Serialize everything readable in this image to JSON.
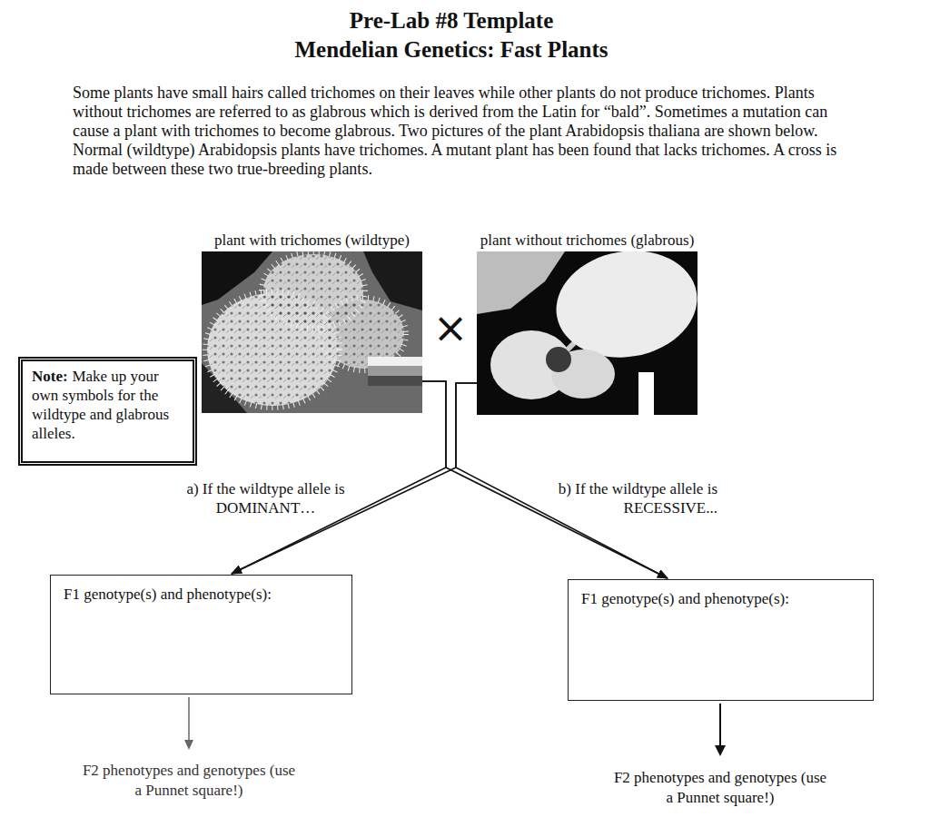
{
  "diagram": {
    "title": "Pre-Lab #8 Template",
    "nodes": [
      {
        "text": [
          "plant with trichomes (wildtype)"
        ]
      },
      {
        "text": [
          "plant without trichomes (glabrous)"
        ]
      },
      {
        "text": [
          "Note:",
          "Make up your own symbols for the wildtype and glabrous alleles."
        ]
      },
      {
        "text": [
          "F1 genotype(s) and phenotype(s):"
        ]
      },
      {
        "text": [
          "F1 genotype(s) and phenotype(s):"
        ]
      }
    ],
    "edges": [
      {
        "from": 0,
        "to": 3,
        "arrow": "to",
        "label": "a) If the wildtype allele is DOMINANT…"
      },
      {
        "from": 1,
        "to": 3,
        "arrow": "to"
      },
      {
        "from": 0,
        "to": 4,
        "arrow": "to"
      },
      {
        "from": 1,
        "to": 4,
        "arrow": "to",
        "label": "b) If the wildtype allele is RECESSIVE..."
      }
    ],
    "labels": [
      "Mendelian Genetics: Fast Plants",
      "Some plants have small hairs called trichomes on their leaves while other plants do not produce trichomes. Plants without trichomes are referred to as glabrous which is derived from the Latin for “bald”. Sometimes a mutation can cause a plant with trichomes to become glabrous. Two pictures of the plant Arabidopsis thaliana are shown below. Normal (wildtype) Arabidopsis plants have trichomes. A mutant plant has been found that lacks trichomes. A cross is made between these two true-breeding plants.",
      "×",
      "F2 phenotypes and genotypes (use a Punnet square!)",
      "F2 phenotypes and genotypes (use a Punnet square!)"
    ]
  }
}
